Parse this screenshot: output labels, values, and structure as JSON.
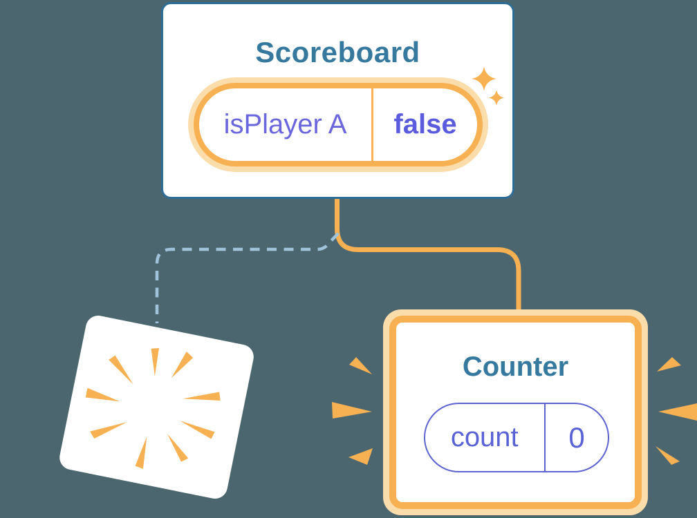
{
  "diagram": {
    "scoreboard": {
      "title": "Scoreboard",
      "state_key": "isPlayer A",
      "state_value": "false"
    },
    "counter": {
      "title": "Counter",
      "state_key": "count",
      "state_value": "0"
    },
    "icons": [
      "sparkles-icon",
      "poof-burst-icon",
      "emphasis-rays-left-icon",
      "emphasis-rays-right-icon"
    ],
    "colors": {
      "background": "#4c6670",
      "card_border_blue": "#2e6d95",
      "title_teal": "#36799e",
      "accent_orange": "#f7b152",
      "accent_orange_light": "#fbdcab",
      "state_purple": "#5a63d6",
      "dashed_line_blue": "#9fc3da",
      "card_white": "#ffffff"
    }
  }
}
